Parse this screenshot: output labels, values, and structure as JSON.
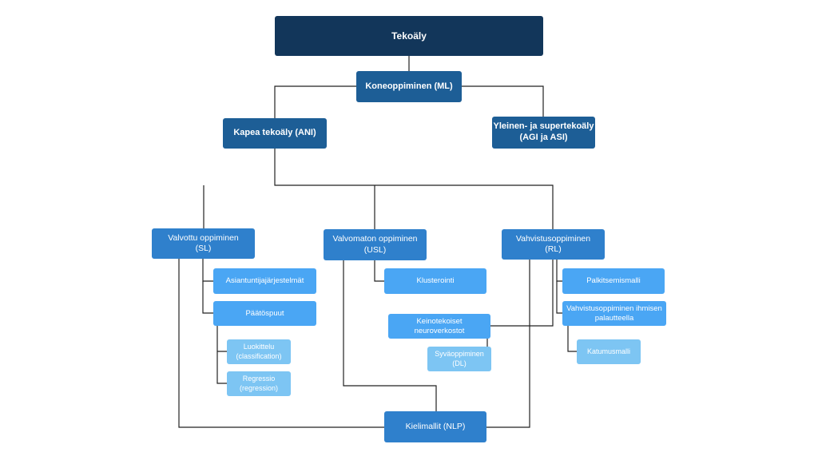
{
  "diagram": {
    "nodes": {
      "tekoaly": [
        "Tekoäly"
      ],
      "koneoppiminen": [
        "Koneoppiminen (ML)"
      ],
      "kapea": [
        "Kapea tekoäly (ANI)"
      ],
      "yleinen": [
        "Yleinen- ja supertekoäly",
        "(AGI ja ASI)"
      ],
      "valvottu": [
        "Valvottu oppiminen",
        "(SL)"
      ],
      "valvomaton": [
        "Valvomaton oppiminen",
        "(USL)"
      ],
      "vahvistus": [
        "Vahvistusoppiminen",
        "(RL)"
      ],
      "asiantuntija": [
        "Asiantuntijajärjestelmät"
      ],
      "paatospuut": [
        "Päätöspuut"
      ],
      "luokittelu": [
        "Luokittelu",
        "(classification)"
      ],
      "regressio": [
        "Regressio",
        "(regression)"
      ],
      "klusterointi": [
        "Klusterointi"
      ],
      "keinotekoiset": [
        "Keinotekoiset",
        "neuroverkostot"
      ],
      "syvaoppiminen": [
        "Syväoppiminen",
        "(DL)"
      ],
      "palkitsemismalli": [
        "Palkitsemismalli"
      ],
      "vahvistus_ihminen": [
        "Vahvistusoppiminen ihmisen",
        "palautteella"
      ],
      "katumusmalli": [
        "Katumusmalli"
      ],
      "kielimallit": [
        "Kielimallit (NLP)"
      ]
    }
  }
}
